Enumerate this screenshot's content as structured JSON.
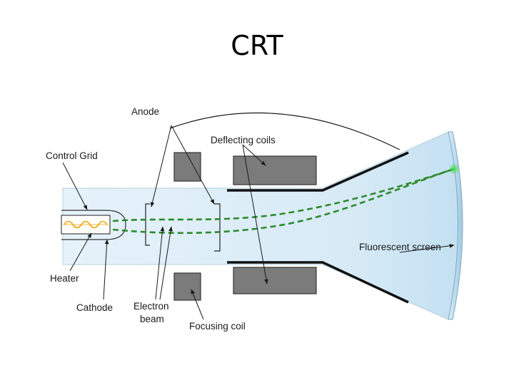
{
  "title": "CRT",
  "labels": {
    "anode": "Anode",
    "deflecting_coils": "Deflecting coils",
    "control_grid": "Control Grid",
    "fluorescent_screen": "Fluorescent screen",
    "heater": "Heater",
    "cathode": "Cathode",
    "electron_beam_line1": "Electron",
    "electron_beam_line2": "beam",
    "focusing_coil": "Focusing coil"
  },
  "colors": {
    "tube_fill": "#ddeef8",
    "coil_fill": "#7b7b7b",
    "beam": "#2d8a2d",
    "spot": "#2ecc40",
    "heater_wire": "#f0a500"
  }
}
